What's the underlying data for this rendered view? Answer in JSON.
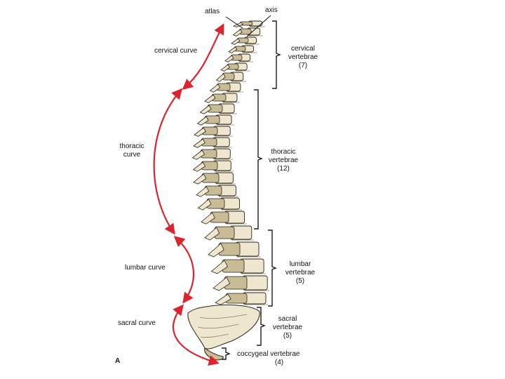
{
  "figure": {
    "panel_letter": "A",
    "colors": {
      "curve_arrow": "#d9262e",
      "bone_fill": "#efe6cf",
      "bone_shade": "#c9bb95",
      "bone_outline": "#2b2418",
      "bracket": "#1a1a1a"
    },
    "top_labels": {
      "atlas": "atlas",
      "axis": "axis"
    },
    "curves": [
      {
        "id": "cervical",
        "label": "cervical curve"
      },
      {
        "id": "thoracic",
        "label": "thoracic\ncurve"
      },
      {
        "id": "lumbar",
        "label": "lumbar curve"
      },
      {
        "id": "sacral",
        "label": "sacral curve"
      }
    ],
    "regions": [
      {
        "id": "cervical",
        "name": "cervical\nvertebrae",
        "count": "(7)"
      },
      {
        "id": "thoracic",
        "name": "thoracic\nvertebrae",
        "count": "(12)"
      },
      {
        "id": "lumbar",
        "name": "lumbar\nvertebrae",
        "count": "(5)"
      },
      {
        "id": "sacral",
        "name": "sacral\nvertebrae",
        "count": "(5)"
      },
      {
        "id": "coccygeal",
        "name": "coccygeal vertebrae",
        "count": "(4)"
      }
    ]
  }
}
